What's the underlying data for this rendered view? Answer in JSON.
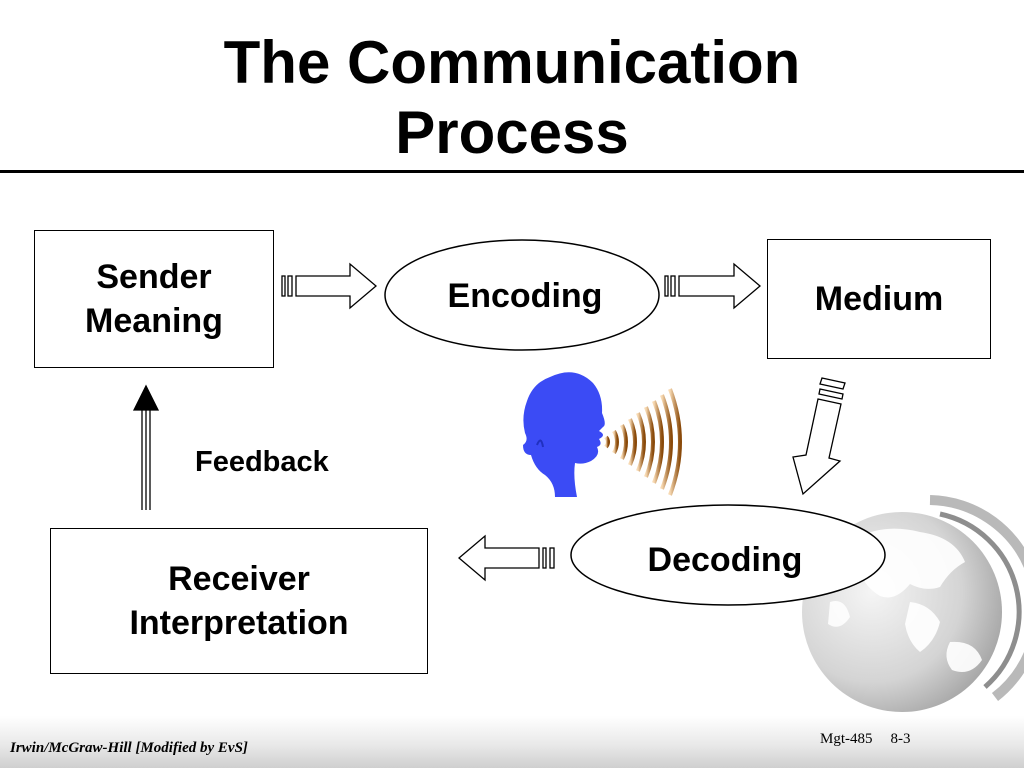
{
  "slide": {
    "title_lines": [
      "The Communication",
      "Process"
    ],
    "nodes": {
      "sender": [
        "Sender",
        "Meaning"
      ],
      "encoding": "Encoding",
      "medium": "Medium",
      "decoding": "Decoding",
      "receiver": [
        "Receiver",
        "Interpretation"
      ]
    },
    "feedback_label": "Feedback",
    "footer": {
      "credit": "Irwin/McGraw-Hill  [Modified by EvS]",
      "course": "Mgt-485",
      "page": "8-3"
    },
    "colors": {
      "head": "#3b4bf5",
      "sound_dark": "#8a4a0a",
      "sound_light": "#f7d9b2",
      "globe_dark": "#8f8f8f",
      "globe_light": "#f2f2f2"
    },
    "icons": [
      "speaking-head-icon",
      "sound-waves-icon",
      "globe-icon"
    ]
  }
}
